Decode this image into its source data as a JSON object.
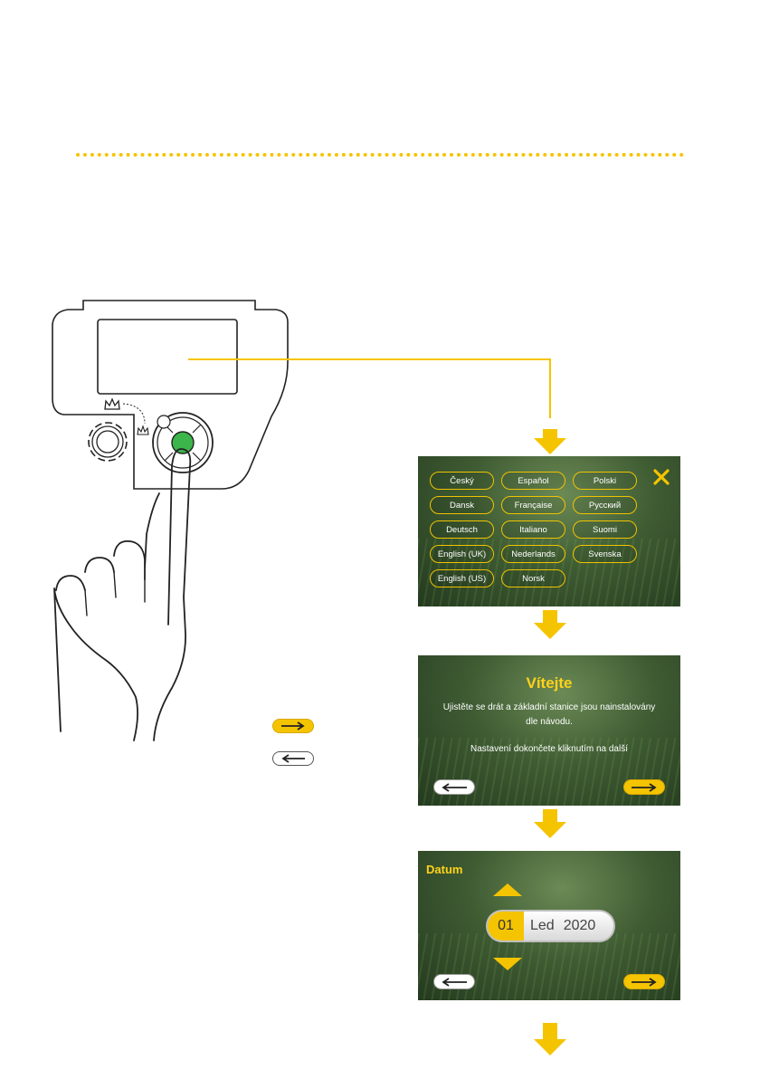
{
  "language_screen": {
    "languages": [
      "Český",
      "Español",
      "Polski",
      "Dansk",
      "Française",
      "Русский",
      "Deutsch",
      "Italiano",
      "Suomi",
      "English (UK)",
      "Nederlands",
      "Svenska",
      "English (US)",
      "Norsk"
    ]
  },
  "welcome_screen": {
    "title": "Vítejte",
    "line1": "Ujistěte se drát a základní stanice jsou nainstalovány",
    "line2": "dle návodu.",
    "line3": "Nastavení dokončete kliknutím na další"
  },
  "date_screen": {
    "title": "Datum",
    "day": "01",
    "month": "Led",
    "year": "2020"
  },
  "colors": {
    "accent": "#f5c400",
    "highlight_text": "#ffd21a",
    "button_green": "#3cb54a"
  },
  "icons": [
    "close-icon",
    "arrow-right-icon",
    "arrow-left-icon",
    "triangle-up-icon",
    "triangle-down-icon",
    "crown-icon",
    "gear-icon"
  ]
}
